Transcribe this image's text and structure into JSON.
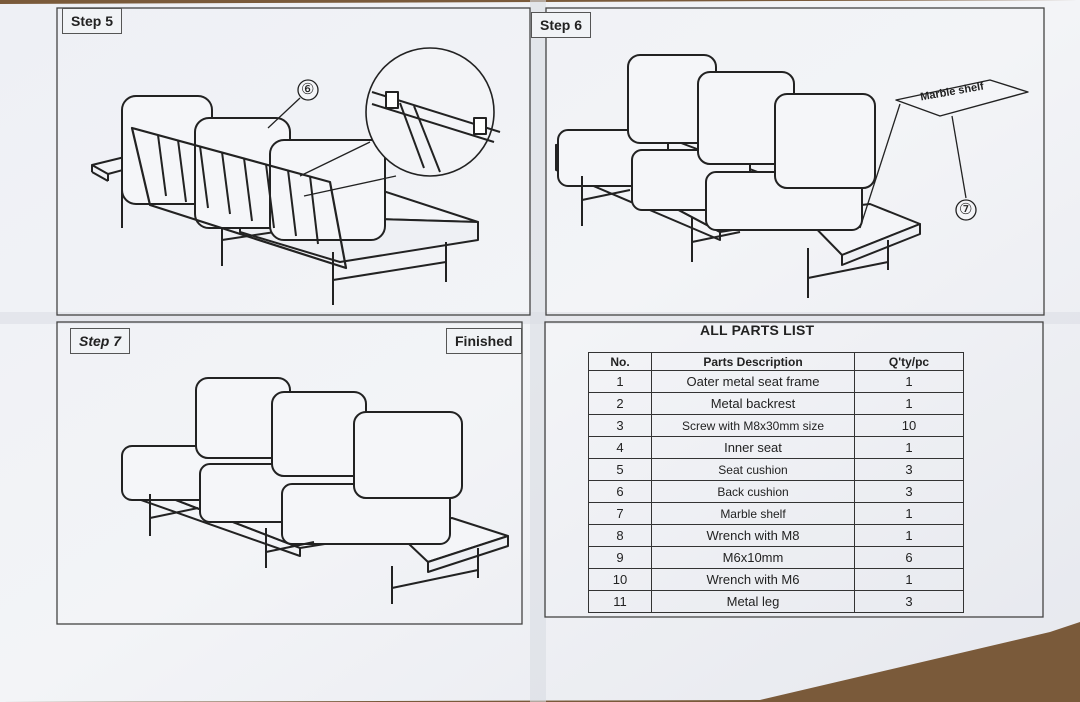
{
  "steps": {
    "step5": "Step 5",
    "step6": "Step 6",
    "step7": "Step 7",
    "finished": "Finished"
  },
  "callouts": {
    "backrest": "⑥",
    "shelf": "⑦",
    "marble_shelf": "Marble shelf"
  },
  "parts_list": {
    "title": "ALL PARTS LIST",
    "headers": [
      "No.",
      "Parts Description",
      "Q'ty/pc"
    ],
    "rows": [
      {
        "no": "1",
        "desc": "Oater metal seat frame",
        "qty": "1"
      },
      {
        "no": "2",
        "desc": "Metal backrest",
        "qty": "1"
      },
      {
        "no": "3",
        "desc": "Screw with M8x30mm size",
        "qty": "10"
      },
      {
        "no": "4",
        "desc": "Inner seat",
        "qty": "1"
      },
      {
        "no": "5",
        "desc": "Seat cushion",
        "qty": "3"
      },
      {
        "no": "6",
        "desc": "Back cushion",
        "qty": "3"
      },
      {
        "no": "7",
        "desc": "Marble shelf",
        "qty": "1"
      },
      {
        "no": "8",
        "desc": "Wrench with M8",
        "qty": "1"
      },
      {
        "no": "9",
        "desc": "M6x10mm",
        "qty": "6"
      },
      {
        "no": "10",
        "desc": "Wrench with M6",
        "qty": "1"
      },
      {
        "no": "11",
        "desc": "Metal leg",
        "qty": "3"
      }
    ]
  }
}
